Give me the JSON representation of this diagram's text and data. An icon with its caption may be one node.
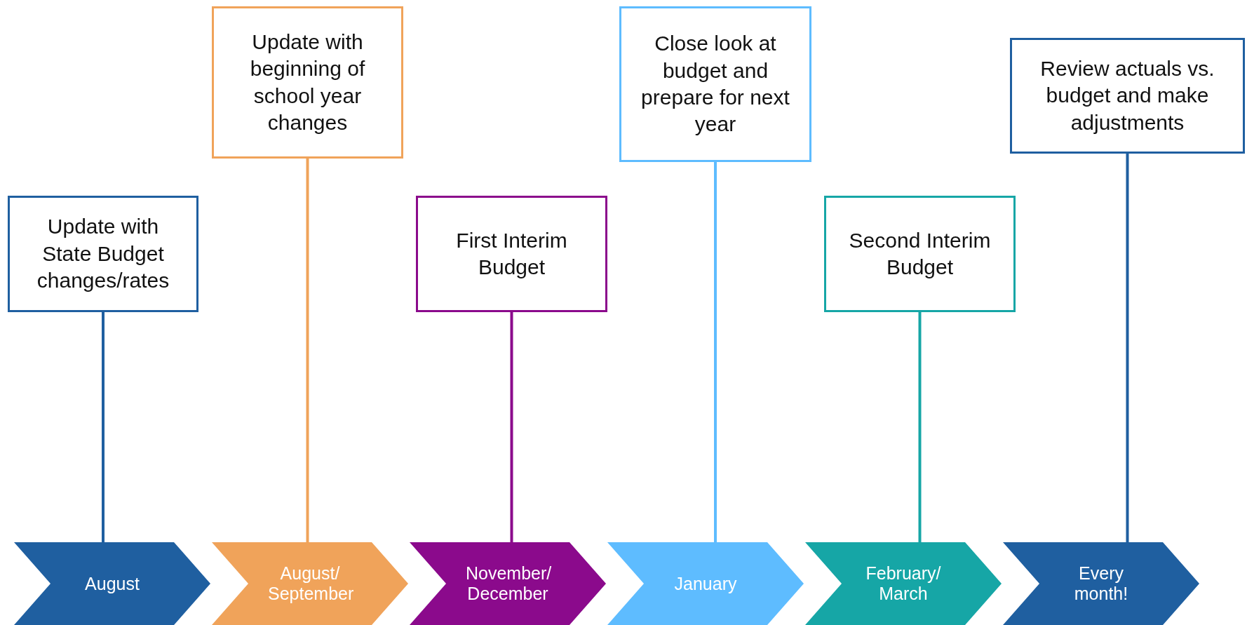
{
  "diagram": {
    "nodes": [
      {
        "text": [
          "Update with State Budget changes/rates"
        ]
      },
      {
        "text": [
          "Update with beginning of school year changes"
        ]
      },
      {
        "text": [
          "First Interim Budget"
        ]
      },
      {
        "text": [
          "Close look at budget and prepare for next year"
        ]
      },
      {
        "text": [
          "Second Interim Budget"
        ]
      },
      {
        "text": [
          "Review actuals vs. budget and make adjustments"
        ]
      },
      {
        "text": [
          "August"
        ]
      },
      {
        "text": [
          "August/ September"
        ]
      },
      {
        "text": [
          "November/ December"
        ]
      },
      {
        "text": [
          "January"
        ]
      },
      {
        "text": [
          "February/ March"
        ]
      },
      {
        "text": [
          "Every month!"
        ]
      }
    ],
    "edges": [
      {
        "from": 0,
        "to": 6,
        "arrow": "none",
        "color": "#1f5fa0"
      },
      {
        "from": 1,
        "to": 7,
        "arrow": "none",
        "color": "#f0a35a"
      },
      {
        "from": 2,
        "to": 8,
        "arrow": "none",
        "color": "#8b0a8c"
      },
      {
        "from": 3,
        "to": 9,
        "arrow": "none",
        "color": "#5ebcff"
      },
      {
        "from": 4,
        "to": 10,
        "arrow": "none",
        "color": "#16a6a6"
      },
      {
        "from": 5,
        "to": 11,
        "arrow": "none",
        "color": "#1f5fa0"
      }
    ]
  }
}
